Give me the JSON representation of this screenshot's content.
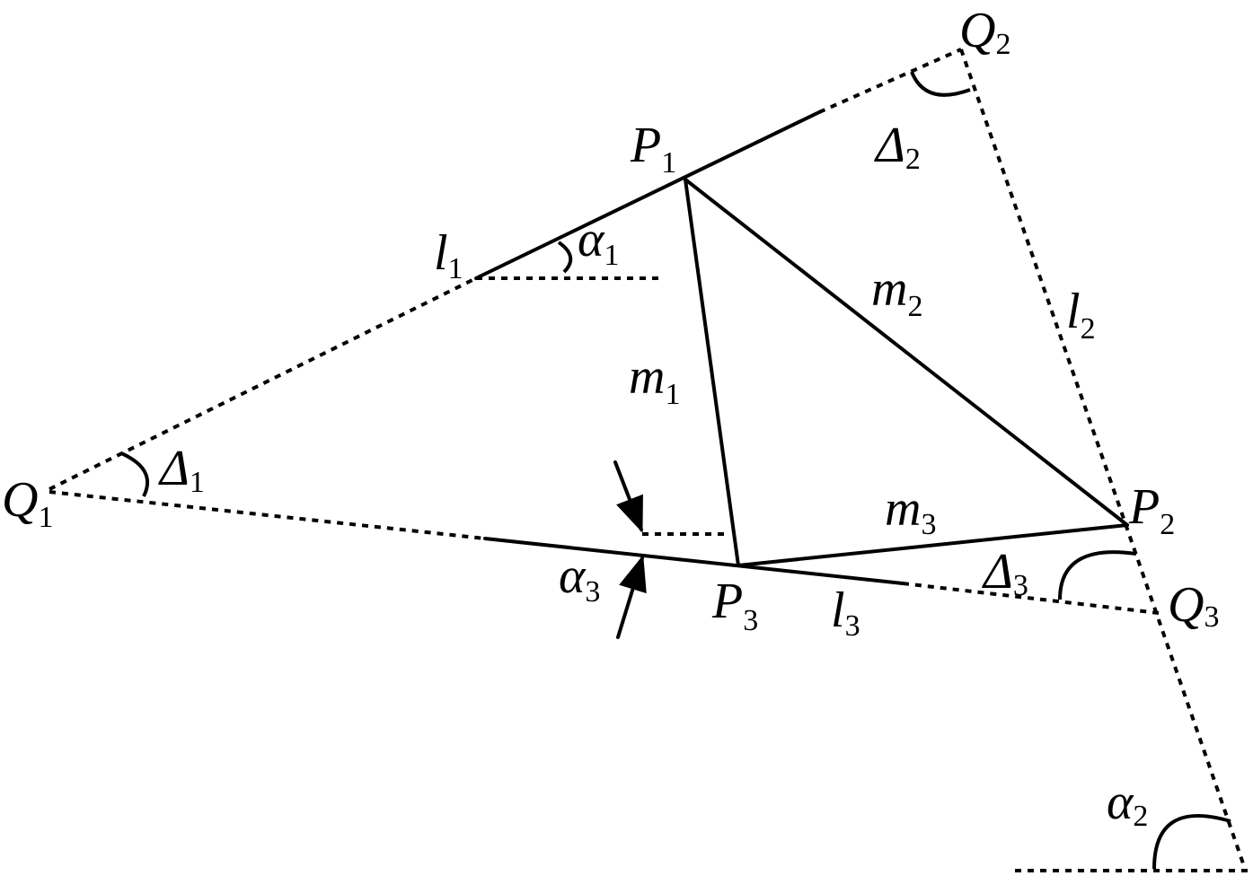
{
  "labels": {
    "P1": {
      "main": "P",
      "sub": "1"
    },
    "P2": {
      "main": "P",
      "sub": "2"
    },
    "P3": {
      "main": "P",
      "sub": "3"
    },
    "Q1": {
      "main": "Q",
      "sub": "1"
    },
    "Q2": {
      "main": "Q",
      "sub": "2"
    },
    "Q3": {
      "main": "Q",
      "sub": "3"
    },
    "l1": {
      "main": "l",
      "sub": "1"
    },
    "l2": {
      "main": "l",
      "sub": "2"
    },
    "l3": {
      "main": "l",
      "sub": "3"
    },
    "m1": {
      "main": "m",
      "sub": "1"
    },
    "m2": {
      "main": "m",
      "sub": "2"
    },
    "m3": {
      "main": "m",
      "sub": "3"
    },
    "alpha1": {
      "main": "α",
      "sub": "1"
    },
    "alpha2": {
      "main": "α",
      "sub": "2"
    },
    "alpha3": {
      "main": "α",
      "sub": "3"
    },
    "delta1": {
      "main": "Δ",
      "sub": "1"
    },
    "delta2": {
      "main": "Δ",
      "sub": "2"
    },
    "delta3": {
      "main": "Δ",
      "sub": "3"
    }
  }
}
